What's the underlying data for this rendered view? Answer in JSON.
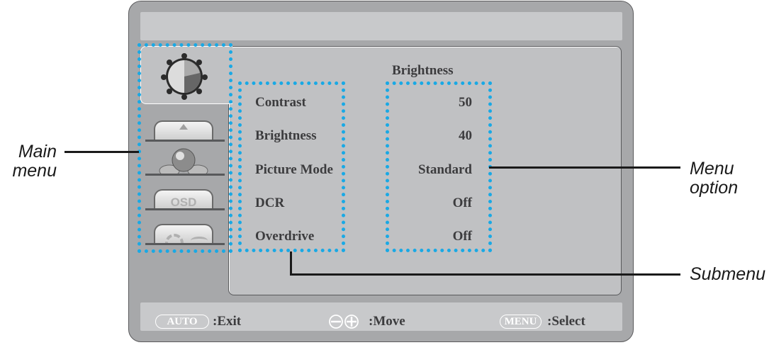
{
  "osd": {
    "header_title": "Brightness",
    "main_menu": [
      {
        "icon": "brightness-knob-icon",
        "active": true
      },
      {
        "icon": "image-setup-icon",
        "active": false
      },
      {
        "icon": "color-temp-icon",
        "active": false
      },
      {
        "icon": "osd-setup-icon",
        "active": false
      },
      {
        "icon": "extra-settings-icon",
        "active": false
      }
    ],
    "submenu": [
      {
        "label": "Contrast",
        "value": "50"
      },
      {
        "label": "Brightness",
        "value": "40"
      },
      {
        "label": "Picture Mode",
        "value": "Standard"
      },
      {
        "label": "DCR",
        "value": "Off"
      },
      {
        "label": "Overdrive",
        "value": "Off"
      }
    ],
    "footer": {
      "auto_key": "AUTO",
      "auto_action": ":Exit",
      "move_action": ":Move",
      "menu_key": "MENU",
      "menu_action": ":Select"
    }
  },
  "callouts": {
    "main_menu_line1": "Main",
    "main_menu_line2": "menu",
    "menu_option_line1": "Menu",
    "menu_option_line2": "option",
    "submenu": "Submenu"
  },
  "colors": {
    "highlight": "#19a9e5",
    "frame": "#a7a8aa",
    "panel": "#c0c1c3"
  }
}
